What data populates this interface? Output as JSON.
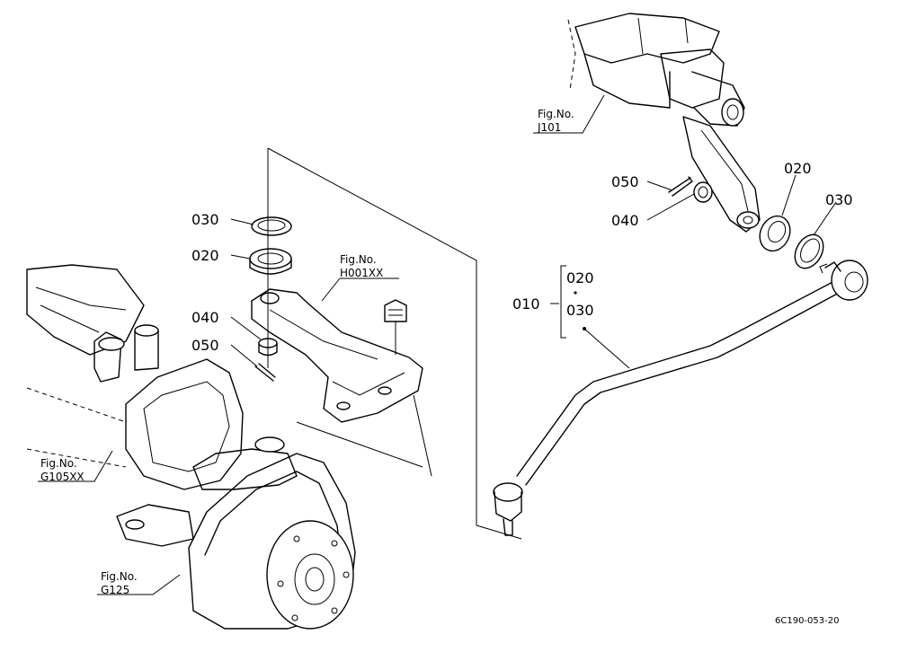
{
  "diagram": {
    "part_labels": [
      {
        "text": "030"
      },
      {
        "text": "020"
      },
      {
        "text": "040"
      },
      {
        "text": "050"
      },
      {
        "text": "050"
      },
      {
        "text": "040"
      },
      {
        "text": "020"
      },
      {
        "text": "030"
      },
      {
        "text": "010"
      },
      {
        "text": "020"
      },
      {
        "text": "030"
      }
    ],
    "figure_refs": [
      {
        "line1": "Fig.No.",
        "line2": "J101"
      },
      {
        "line1": "Fig.No.",
        "line2": "H001XX"
      },
      {
        "line1": "Fig.No.",
        "line2": "G105XX"
      },
      {
        "line1": "Fig.No.",
        "line2": "G125"
      }
    ],
    "drawing_code": "6C190-053-20"
  }
}
